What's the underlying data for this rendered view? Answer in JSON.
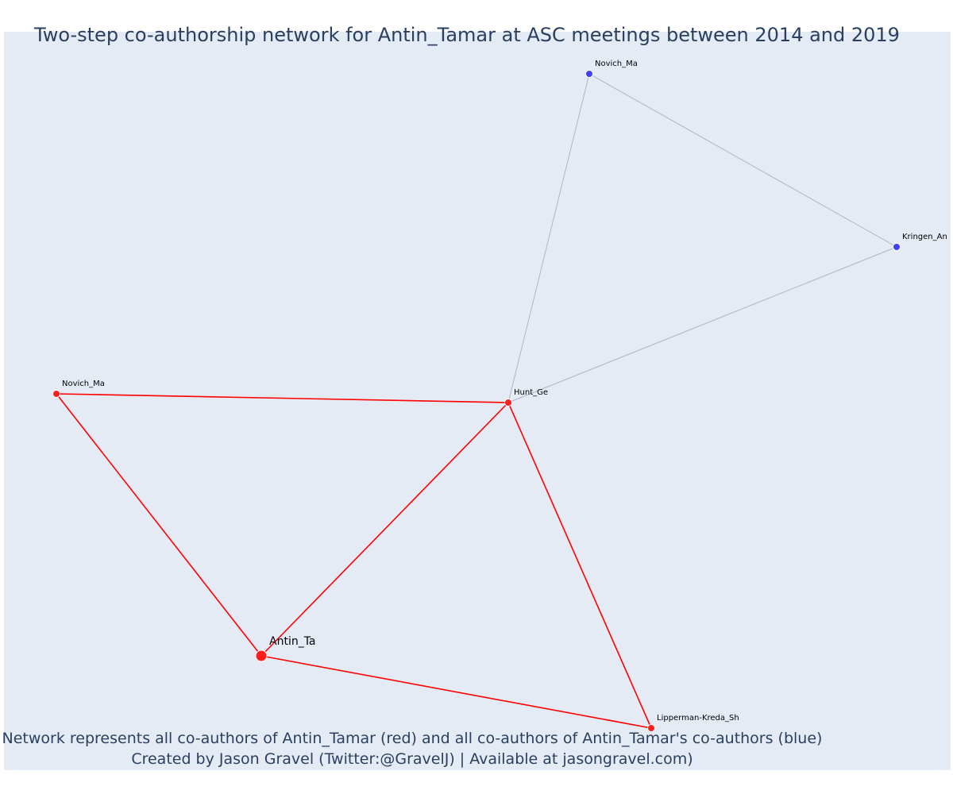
{
  "title": "Two-step co-authorship network for Antin_Tamar at ASC meetings between 2014 and 2019",
  "footer": {
    "line1": "Network represents all co-authors of Antin_Tamar (red) and all co-authors of Antin_Tamar's co-authors (blue)",
    "line2": "Created by Jason Gravel (Twitter:@GravelJ) | Available at jasongravel.com)"
  },
  "colors": {
    "coauthor": "#ff1e1e",
    "second_step": "#3f3ff5",
    "coauthor_edge": "#ff0000",
    "second_step_edge": "#b0b4c4",
    "background": "#e5ebf5"
  },
  "nodes": [
    {
      "id": "antin",
      "label": "Antin_Ta",
      "group": "coauthor",
      "focal": true
    },
    {
      "id": "novich_red",
      "label": "Novich_Ma",
      "group": "coauthor",
      "focal": false
    },
    {
      "id": "hunt",
      "label": "Hunt_Ge",
      "group": "coauthor",
      "focal": false
    },
    {
      "id": "lipperman",
      "label": "Lipperman-Kreda_Sh",
      "group": "coauthor",
      "focal": false
    },
    {
      "id": "novich_blue",
      "label": "Novich_Ma",
      "group": "second_step",
      "focal": false
    },
    {
      "id": "kringen",
      "label": "Kringen_An",
      "group": "second_step",
      "focal": false
    }
  ],
  "edges": [
    {
      "source": "novich_blue",
      "target": "hunt",
      "group": "second_step"
    },
    {
      "source": "novich_blue",
      "target": "kringen",
      "group": "second_step"
    },
    {
      "source": "kringen",
      "target": "hunt",
      "group": "second_step"
    },
    {
      "source": "novich_red",
      "target": "hunt",
      "group": "coauthor"
    },
    {
      "source": "novich_red",
      "target": "antin",
      "group": "coauthor"
    },
    {
      "source": "antin",
      "target": "hunt",
      "group": "coauthor"
    },
    {
      "source": "antin",
      "target": "lipperman",
      "group": "coauthor"
    },
    {
      "source": "hunt",
      "target": "lipperman",
      "group": "coauthor"
    }
  ]
}
